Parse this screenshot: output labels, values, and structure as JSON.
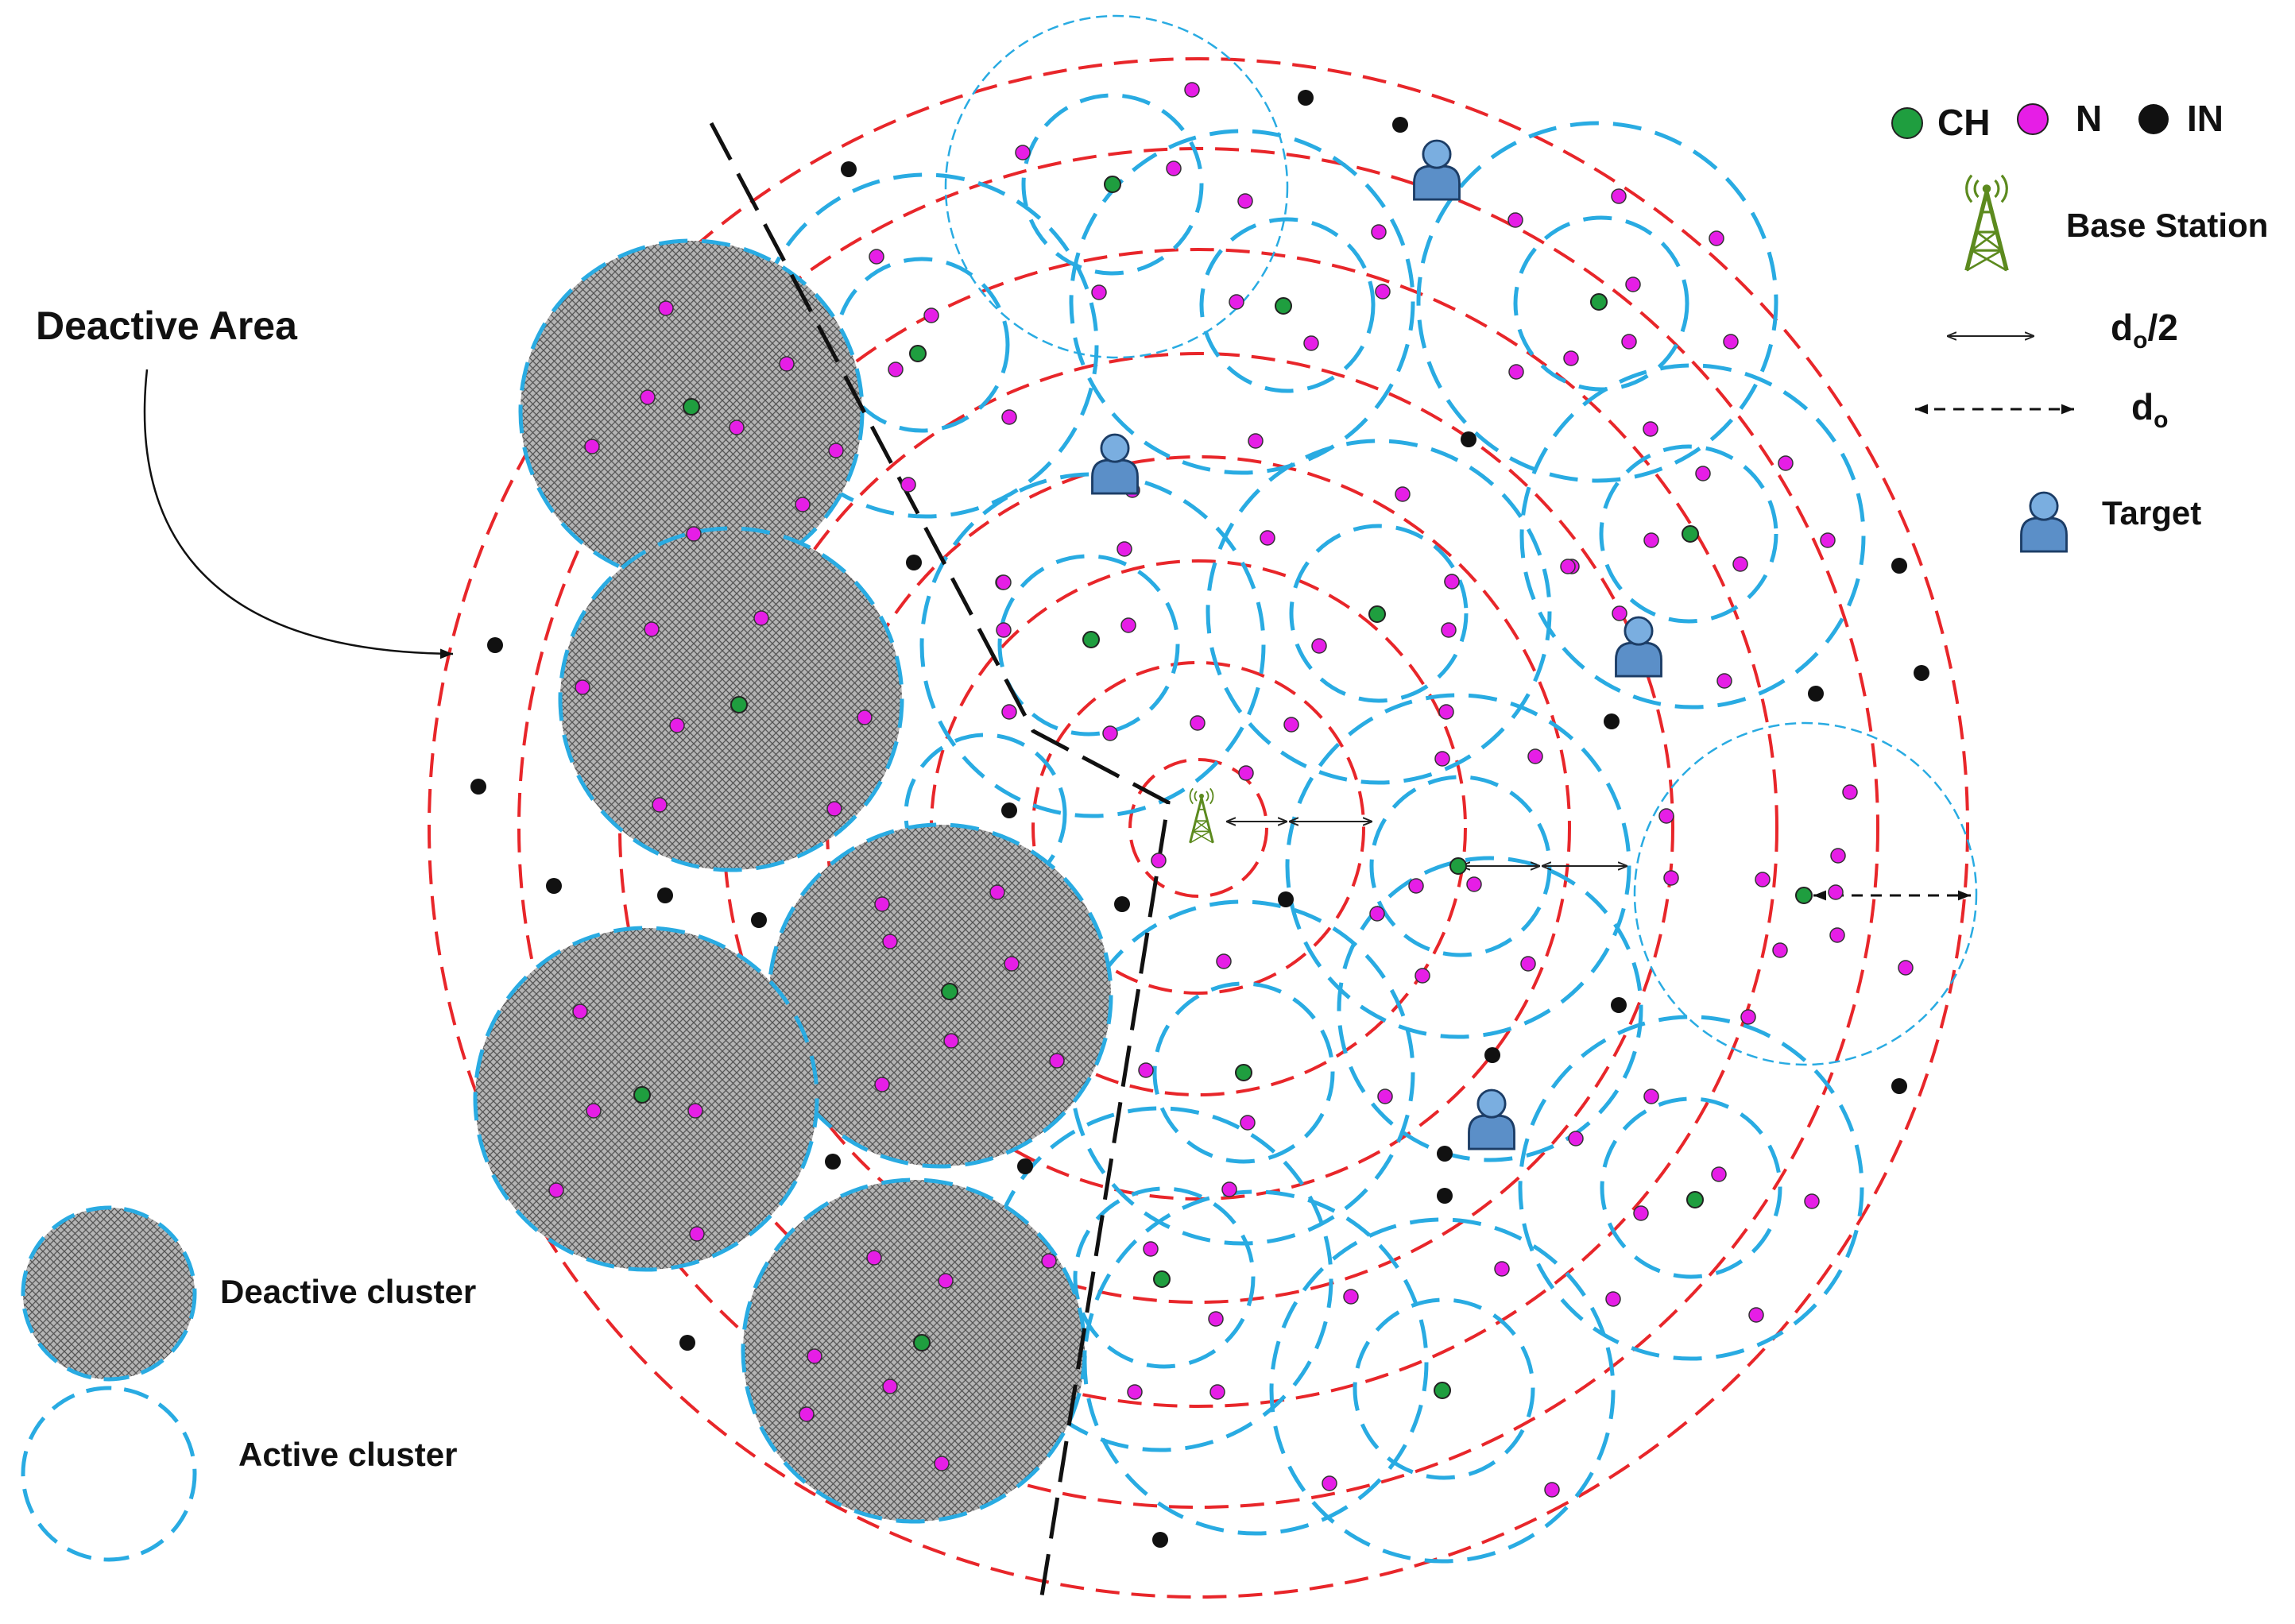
{
  "labels": {
    "deactive_area": "Deactive Area",
    "legend_ch": "CH",
    "legend_n": "N",
    "legend_in": "IN",
    "legend_base_station": "Base Station",
    "legend_half_range_main": "d",
    "legend_half_range_sub": "o",
    "legend_half_range_suffix": "/2",
    "legend_range_main": "d",
    "legend_range_sub": "o",
    "legend_target": "Target",
    "legend_deactive_cluster": "Deactive cluster",
    "legend_active_cluster": "Active cluster"
  },
  "colors": {
    "ring": "#e8262a",
    "active_cluster": "#29abe2",
    "ch": "#1f9e3f",
    "n": "#e61ee6",
    "in": "#111111",
    "deactive_fill": "#a8a8a8",
    "tower": "#5c8a1e",
    "target": "#5b8fc8"
  },
  "icons": {
    "base_station": "antenna-tower-icon",
    "target": "person-target-icon"
  }
}
